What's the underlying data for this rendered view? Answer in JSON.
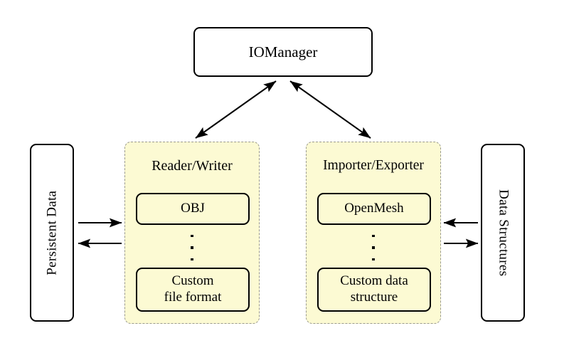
{
  "diagram": {
    "title_node": {
      "label": "IOManager"
    },
    "left_endpoint": {
      "label": "Persistent Data"
    },
    "right_endpoint": {
      "label": "Data Structures"
    },
    "panels": [
      {
        "id": "reader-writer",
        "title": "Reader/Writer",
        "items": [
          {
            "label": "OBJ"
          },
          {
            "label": "Custom\nfile format",
            "line1": "Custom",
            "line2": "file format"
          }
        ],
        "ellipsis": "⋮"
      },
      {
        "id": "importer-exporter",
        "title": "Importer/Exporter",
        "items": [
          {
            "label": "OpenMesh"
          },
          {
            "label": "Custom data\nstructure",
            "line1": "Custom data",
            "line2": "structure"
          }
        ],
        "ellipsis": "⋮"
      }
    ],
    "connections": [
      {
        "name": "iomanager-to-reader-writer",
        "type": "double-headed-diagonal",
        "from": "IOManager",
        "to": "Reader/Writer"
      },
      {
        "name": "iomanager-to-importer-exporter",
        "type": "double-headed-diagonal",
        "from": "IOManager",
        "to": "Importer/Exporter"
      },
      {
        "name": "persistent-data-to-reader-writer",
        "type": "single-arrow-right",
        "from": "Persistent Data",
        "to": "Reader/Writer"
      },
      {
        "name": "reader-writer-to-persistent-data",
        "type": "single-arrow-left",
        "from": "Reader/Writer",
        "to": "Persistent Data"
      },
      {
        "name": "data-structures-to-importer-exporter",
        "type": "single-arrow-left",
        "from": "Data Structures",
        "to": "Importer/Exporter"
      },
      {
        "name": "importer-exporter-to-data-structures",
        "type": "single-arrow-right",
        "from": "Importer/Exporter",
        "to": "Data Structures"
      }
    ],
    "colors": {
      "panel_fill": "#fcfad3",
      "panel_border": "#9a9a8e",
      "node_border": "#000000",
      "node_fill": "#ffffff",
      "arrow": "#000000",
      "background": "#ffffff"
    }
  }
}
